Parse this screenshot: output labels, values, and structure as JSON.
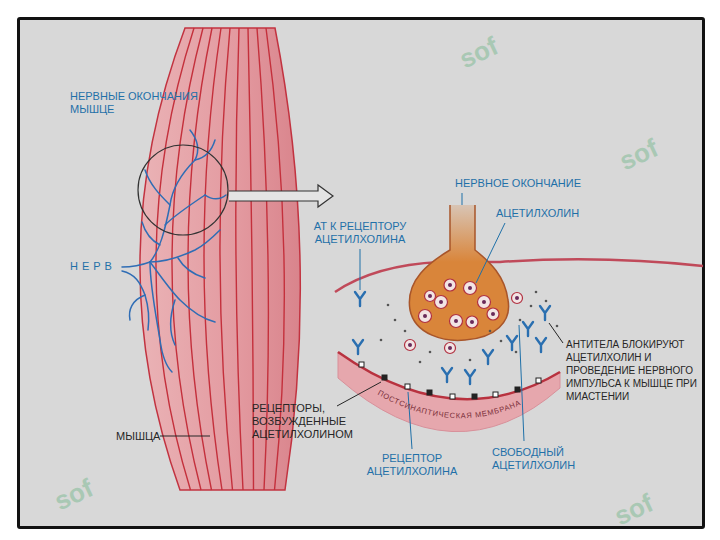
{
  "diagram": {
    "labels": [
      "НЕРВНЫЕ ОКОНЧАНИЯ МЫШЦЕ",
      "НЕРВ",
      "МЫШЦА",
      "НЕРВНОЕ ОКОНЧАНИЕ",
      "АЦЕТИЛХОЛИН",
      "АТ К РЕЦЕПТОРУ АЦЕТИЛХОЛИНА",
      "АНТИТЕЛА БЛОКИРУЮТ АЦЕТИЛХОЛИН И ПРОВЕДЕНИЕ НЕРВНОГО ИМПУЛЬСА К МЫШЦЕ ПРИ МИАСТЕНИИ",
      "РЕЦЕПТОРЫ, ВОЗБУЖДЕННЫЕ АЦЕТИЛХОЛИНОМ",
      "РЕЦЕПТОР АЦЕТИЛХОЛИНА",
      "СВОБОДНЫЙ АЦЕТИЛХОЛИН",
      "ПОСТСИНАПТИЧЕСКАЯ МЕМБРАНА",
      "sof",
      "sof",
      "sof",
      "sof"
    ]
  }
}
